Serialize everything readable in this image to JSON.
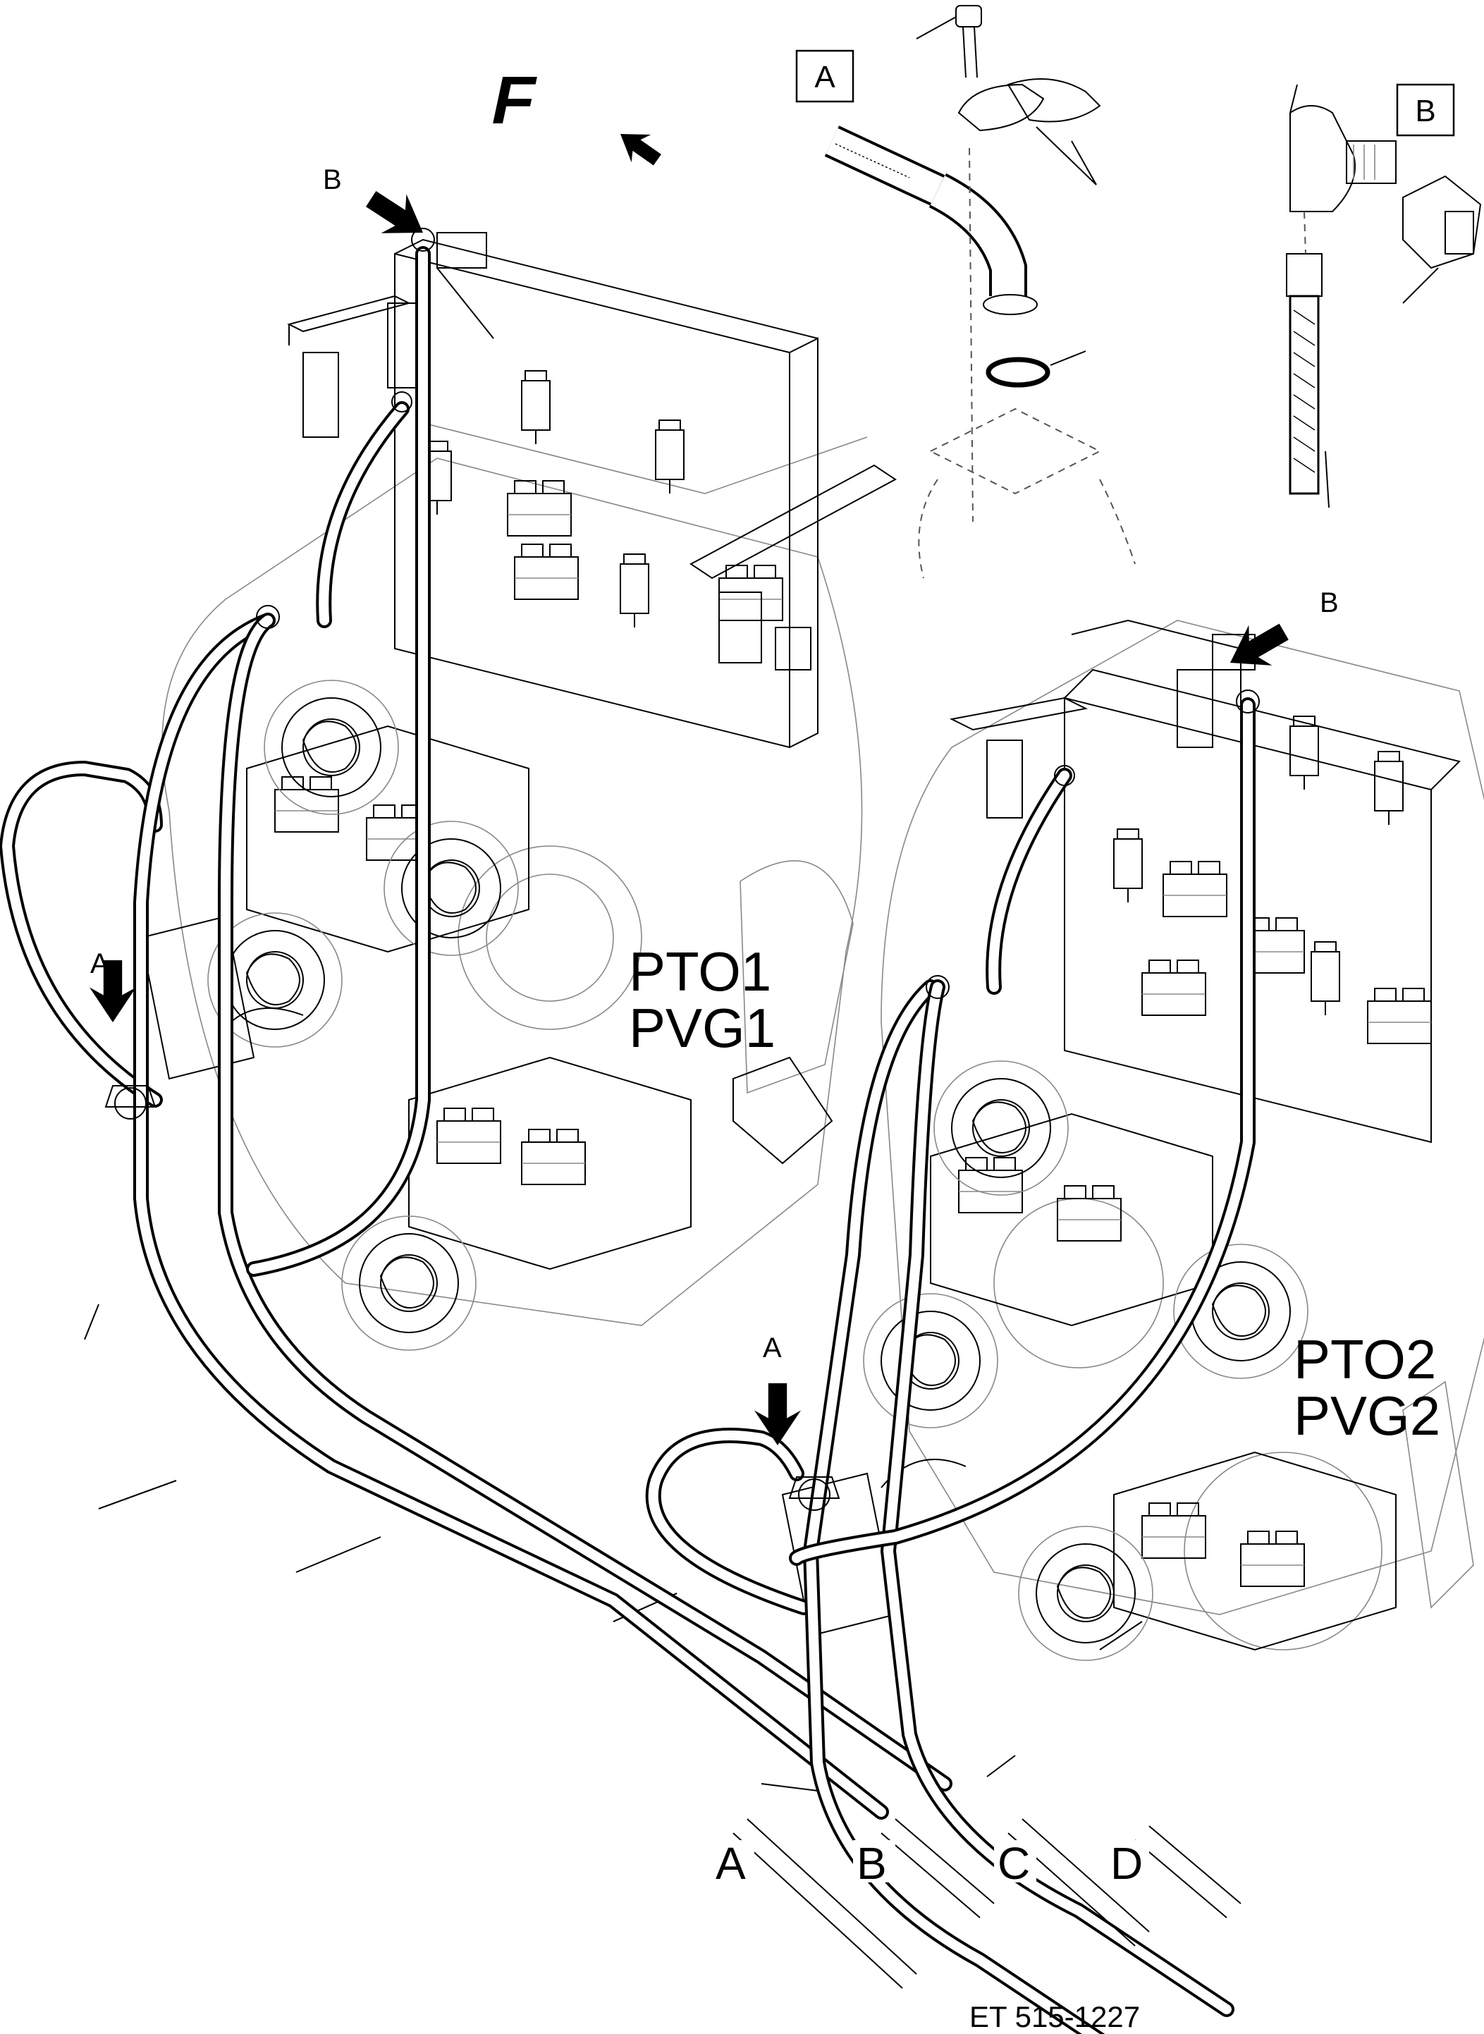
{
  "diagram": {
    "reference": "ET 515-1227",
    "units": [
      {
        "name": "PTO1",
        "pump": "PVG1"
      },
      {
        "name": "PTO2",
        "pump": "PVG2"
      }
    ],
    "detail_labels": {
      "a": "A",
      "b": "B"
    },
    "callout_a": "A",
    "callout_b": "B",
    "hose_ends": [
      "A",
      "B",
      "C",
      "D"
    ],
    "forward_marker": "F"
  }
}
